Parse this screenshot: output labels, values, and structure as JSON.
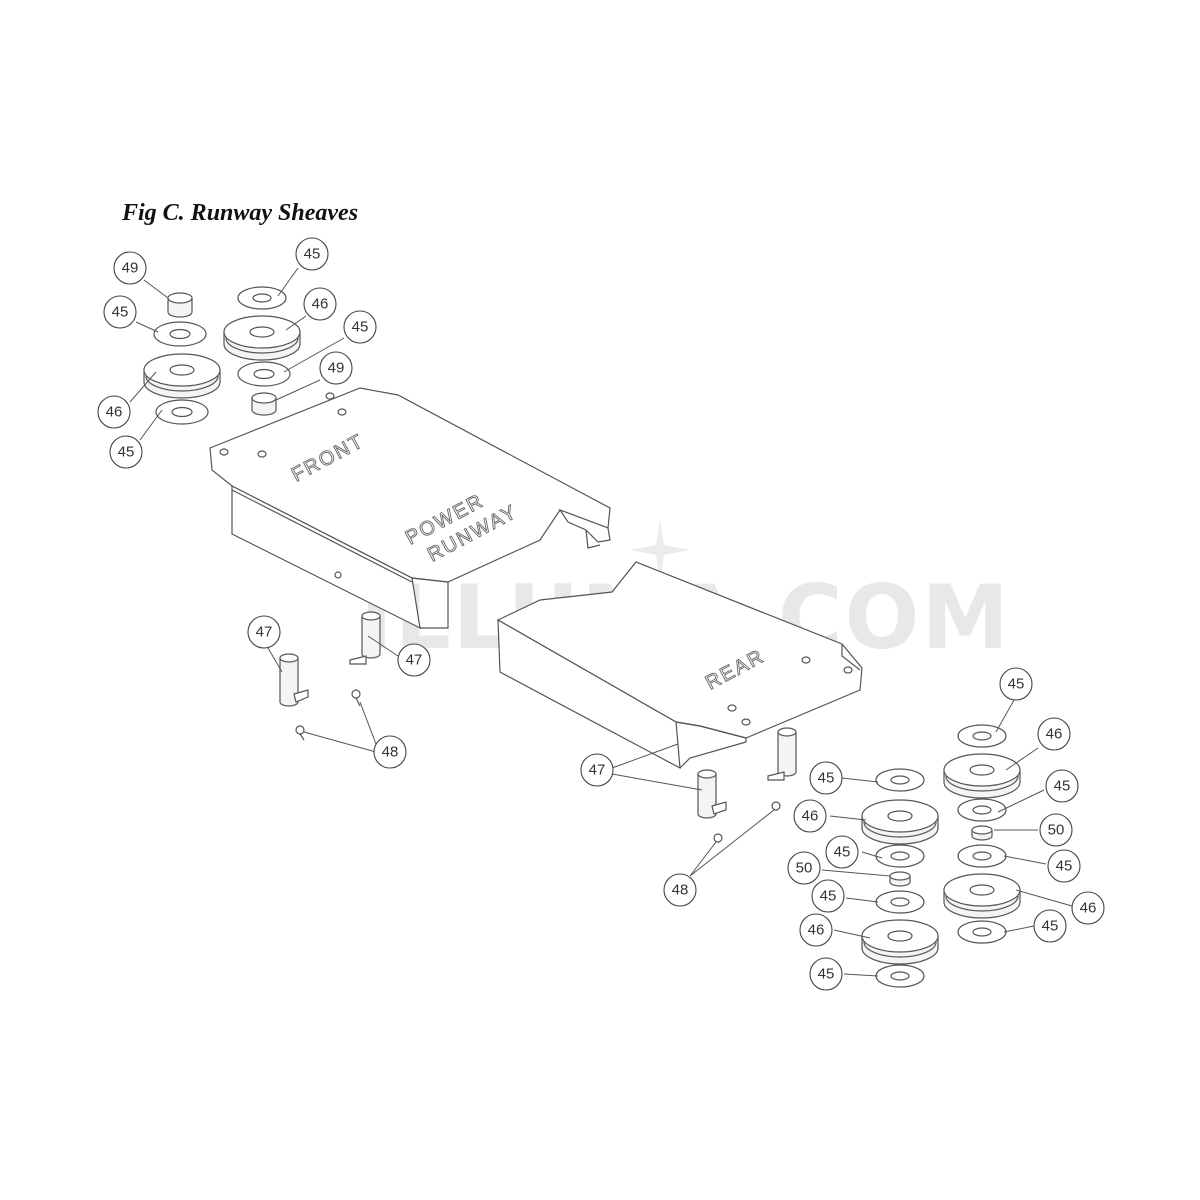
{
  "figure": {
    "title": "Fig C.  Runway Sheaves"
  },
  "watermark": "ILLUMA.COM",
  "runway_labels": {
    "front": "FRONT",
    "power": "POWER",
    "runway": "RUNWAY",
    "rear": "REAR"
  },
  "callouts": [
    {
      "id": "c1",
      "label": "49"
    },
    {
      "id": "c2",
      "label": "45"
    },
    {
      "id": "c3",
      "label": "45"
    },
    {
      "id": "c4",
      "label": "46"
    },
    {
      "id": "c5",
      "label": "45"
    },
    {
      "id": "c6",
      "label": "49"
    },
    {
      "id": "c7",
      "label": "46"
    },
    {
      "id": "c8",
      "label": "45"
    },
    {
      "id": "c9",
      "label": "47"
    },
    {
      "id": "c10",
      "label": "47"
    },
    {
      "id": "c11",
      "label": "48"
    },
    {
      "id": "c12",
      "label": "47"
    },
    {
      "id": "c13",
      "label": "48"
    },
    {
      "id": "c14",
      "label": "45"
    },
    {
      "id": "c15",
      "label": "46"
    },
    {
      "id": "c16",
      "label": "45"
    },
    {
      "id": "c17",
      "label": "46"
    },
    {
      "id": "c18",
      "label": "45"
    },
    {
      "id": "c19",
      "label": "50"
    },
    {
      "id": "c20",
      "label": "45"
    },
    {
      "id": "c21",
      "label": "50"
    },
    {
      "id": "c22",
      "label": "45"
    },
    {
      "id": "c23",
      "label": "45"
    },
    {
      "id": "c24",
      "label": "46"
    },
    {
      "id": "c25",
      "label": "45"
    },
    {
      "id": "c26",
      "label": "46"
    },
    {
      "id": "c27",
      "label": "45"
    }
  ]
}
